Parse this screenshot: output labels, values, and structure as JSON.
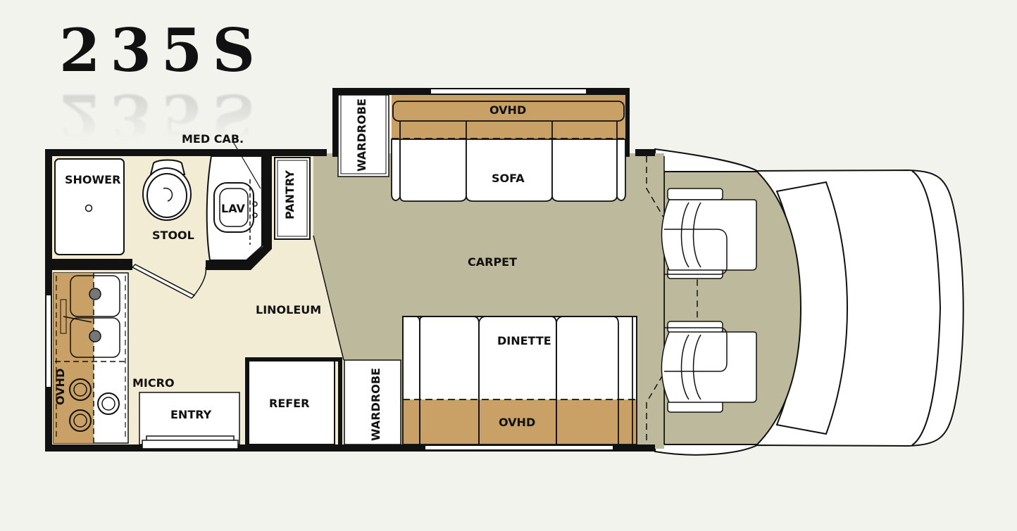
{
  "model": {
    "title": "235S"
  },
  "colors": {
    "background": "#f3f3ee",
    "carpet": "#bcb99c",
    "linoleum": "#f1ecd3",
    "overhead_cabinet": "#c9a066",
    "wall": "#111111",
    "fixture": "#ffffff"
  },
  "rooms": {
    "shower": "SHOWER",
    "stool": "STOOL",
    "med_cab": "MED CAB.",
    "lav": "LAV",
    "pantry": "PANTRY",
    "wardrobe_top": "WARDROBE",
    "ovhd_top": "OVHD",
    "sofa": "SOFA",
    "carpet": "CARPET",
    "linoleum": "LINOLEUM",
    "dinette": "DINETTE",
    "ovhd_bottom": "OVHD",
    "wardrobe_bottom": "WARDROBE",
    "refer": "REFER",
    "entry": "ENTRY",
    "micro": "MICRO",
    "ovhd_galley": "OVHD"
  }
}
